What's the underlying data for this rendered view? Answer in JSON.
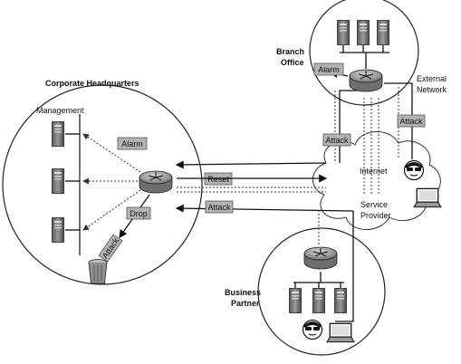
{
  "sites": {
    "headquarters": "Corporate Headquarters",
    "management": "Management",
    "branch_line1": "Branch",
    "branch_line2": "Office",
    "external_line1": "External",
    "external_line2": "Network",
    "internet": "Internet",
    "service_line1": "Service",
    "service_line2": "Provider",
    "partner_line1": "Business",
    "partner_line2": "Partner"
  },
  "tags": {
    "hq_alarm": "Alarm",
    "hq_drop": "Drop",
    "hq_attack_trash": "Attack",
    "reset": "Reset",
    "attack_mid": "Attack",
    "branch_alarm": "Alarm",
    "branch_attack": "Attack",
    "external_attack": "Attack"
  },
  "icons": {
    "router": "router-icon",
    "server": "server-icon",
    "hacker": "hacker-icon",
    "laptop": "laptop-icon",
    "trash": "trash-can-icon",
    "cloud": "cloud-icon"
  }
}
